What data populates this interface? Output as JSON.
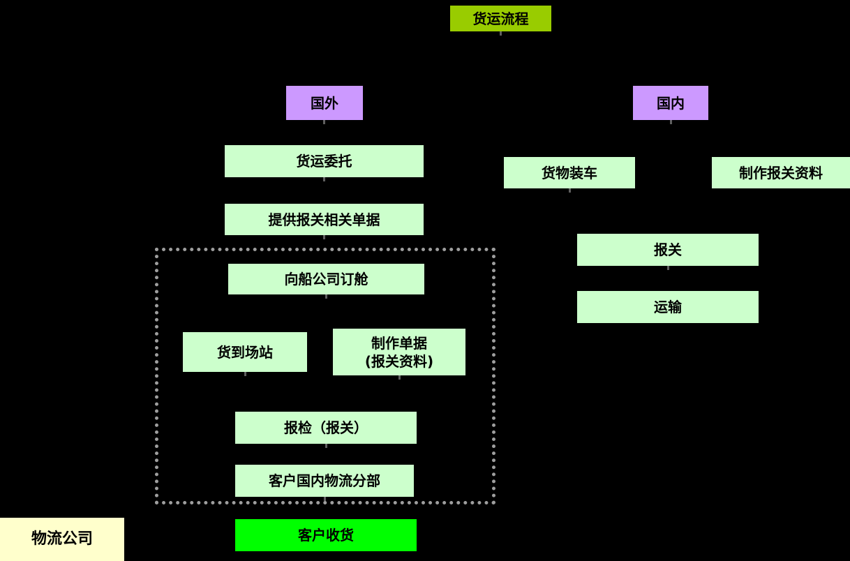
{
  "diagram": {
    "kind": "flowchart",
    "background": "#000000"
  },
  "nodes": {
    "title": "货运流程",
    "overseas": "国外",
    "domestic": "国内",
    "freight_commission": "货运委托",
    "loading": "货物装车",
    "make_customs_docs": "制作报关资料",
    "provide_docs": "提供报关相关单据",
    "booking": "向船公司订舱",
    "customs": "报关",
    "transport": "运输",
    "cargo_to_yard": "货到场站",
    "make_docs_line1": "制作单据",
    "make_docs_line2": "(报关资料)",
    "inspection": "报检（报关）",
    "customer_branch": "客户国内物流分部",
    "logistics_company": "物流公司",
    "customer_receive": "客户收货"
  },
  "colors": {
    "title_bg": "#99cc00",
    "branch_bg": "#cc99ff",
    "process_bg": "#ccffcc",
    "final_bg": "#00ff00",
    "label_bg": "#ffffcc",
    "text": "#000000",
    "dotted_border": "#9e9e9e"
  }
}
